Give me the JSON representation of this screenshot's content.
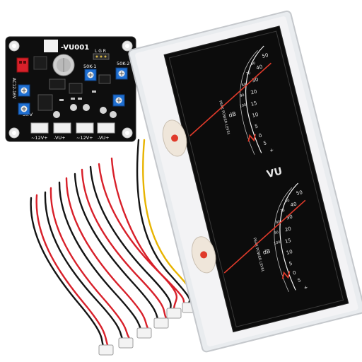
{
  "board": {
    "model": "-VU001",
    "side_label": "AC12-16V",
    "pot_left": "50K-1",
    "pot_right": "50K-2",
    "pot_bottom": "5K-V",
    "header_labels": "L G R",
    "connectors": [
      "~12V+",
      "-VU+",
      "~12V+",
      "-VU+"
    ]
  },
  "meter": {
    "center_label": "VU",
    "upper": {
      "scale": [
        "50",
        "40",
        "30",
        "20",
        "15",
        "10",
        "5",
        "0",
        "5",
        "+"
      ],
      "scale_inner": [
        "60",
        "70",
        "80",
        "90",
        "100"
      ],
      "unit": "dB",
      "caption": "PEAK POWER LEVEL"
    },
    "lower": {
      "scale": [
        "50",
        "40",
        "30",
        "20",
        "15",
        "10",
        "5",
        "0",
        "5",
        "+"
      ],
      "scale_inner": [
        "60",
        "70",
        "80",
        "90",
        "100"
      ],
      "unit": "dB",
      "caption": "PEAK POWER LEVEL"
    }
  },
  "colors": {
    "pcb": "#111111",
    "meter_face": "#0c0c0c",
    "needle": "#e03a2a",
    "red_wire": "#d8202a",
    "black_wire": "#141414",
    "yellow_wire": "#e8b400"
  }
}
